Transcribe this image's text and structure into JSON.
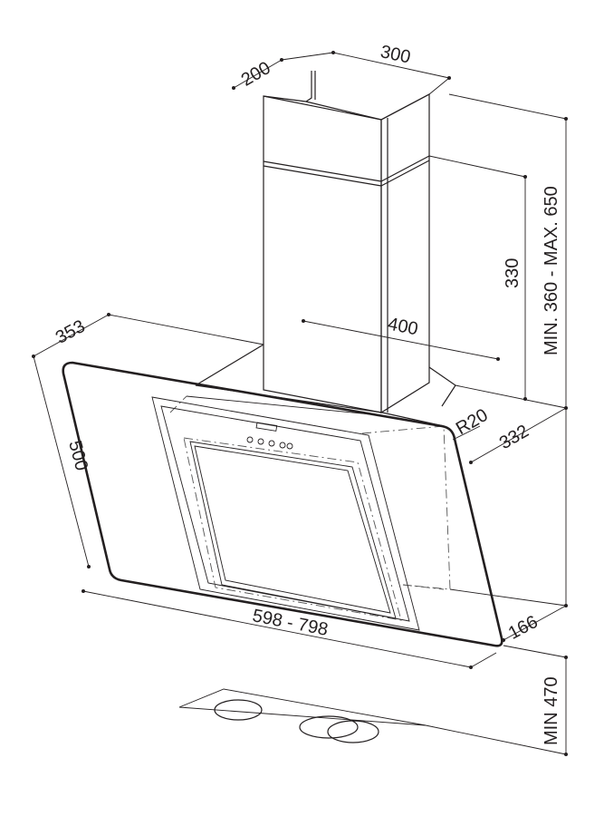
{
  "dimensions": {
    "chimney_depth": "200",
    "chimney_width": "300",
    "chimney_height_range": "MIN. 360 - MAX. 650",
    "chimney_upper": "330",
    "bracket_width": "400",
    "hood_top_depth": "353",
    "corner_radius": "R20",
    "hood_depth": "332",
    "glass_height": "500",
    "hood_width_range": "598 - 798",
    "bottom_depth": "166",
    "min_clearance": "MIN 470"
  }
}
